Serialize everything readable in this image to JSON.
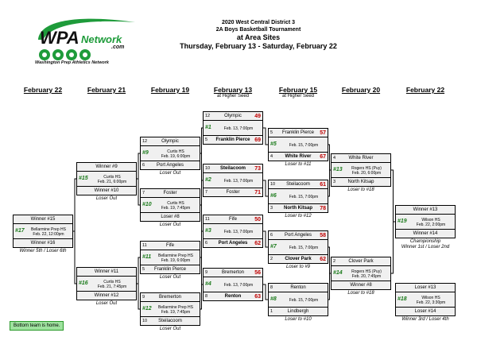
{
  "header": {
    "line1": "2020 West Central District 3",
    "line2": "2A Boys Basketball Tournament",
    "line3": "at Area Sites",
    "line4": "Thursday, February 13 - Saturday, February 22"
  },
  "logo": {
    "main": "WPA",
    "network": "Network",
    "com": ".com",
    "tagline": "Washington Prep Athletics Network",
    "green": "#1e9b3a"
  },
  "columns": [
    {
      "label": "February 22",
      "sub": ""
    },
    {
      "label": "February 21",
      "sub": ""
    },
    {
      "label": "February 19",
      "sub": ""
    },
    {
      "label": "February 13",
      "sub": "at Higher Seed"
    },
    {
      "label": "February 15",
      "sub": "at Higher Seed"
    },
    {
      "label": "February 20",
      "sub": ""
    },
    {
      "label": "February 22",
      "sub": ""
    }
  ],
  "games": [
    {
      "id": "g1",
      "num": "#1",
      "info": [
        "Feb. 13, 7:00pm"
      ],
      "top": {
        "seed": "12",
        "name": "Olympic",
        "score": "49"
      },
      "bot": {
        "seed": "5",
        "name": "Franklin Pierce",
        "score": "69"
      },
      "win": "bot",
      "note": ""
    },
    {
      "id": "g2",
      "num": "#2",
      "info": [
        "Feb. 13, 7:00pm"
      ],
      "top": {
        "seed": "10",
        "name": "Steilacoom",
        "score": "73"
      },
      "bot": {
        "seed": "7",
        "name": "Foster",
        "score": "71"
      },
      "win": "top",
      "note": ""
    },
    {
      "id": "g3",
      "num": "#3",
      "info": [
        "Feb. 13, 7:00pm"
      ],
      "top": {
        "seed": "11",
        "name": "Fife",
        "score": "50"
      },
      "bot": {
        "seed": "6",
        "name": "Port Angeles",
        "score": "62"
      },
      "win": "bot",
      "note": ""
    },
    {
      "id": "g4",
      "num": "#4",
      "info": [
        "Feb. 13, 7:00pm"
      ],
      "top": {
        "seed": "9",
        "name": "Bremerton",
        "score": "56"
      },
      "bot": {
        "seed": "8",
        "name": "Renton",
        "score": "63"
      },
      "win": "bot",
      "note": ""
    },
    {
      "id": "g5",
      "num": "#5",
      "info": [
        "Feb. 15, 7:00pm"
      ],
      "top": {
        "seed": "5",
        "name": "Franklin Pierce",
        "score": "57"
      },
      "bot": {
        "seed": "4",
        "name": "White River",
        "score": "67"
      },
      "win": "bot",
      "note": "Loser to #11"
    },
    {
      "id": "g6",
      "num": "#6",
      "info": [
        "Feb. 15, 7:00pm"
      ],
      "top": {
        "seed": "10",
        "name": "Steilacoom",
        "score": "61"
      },
      "bot": {
        "seed": "3",
        "name": "North Kitsap",
        "score": "78"
      },
      "win": "bot",
      "note": "Loser to #12"
    },
    {
      "id": "g7",
      "num": "#7",
      "info": [
        "Feb. 15, 7:00pm"
      ],
      "top": {
        "seed": "6",
        "name": "Port Angeles",
        "score": "58"
      },
      "bot": {
        "seed": "2",
        "name": "Clover Park",
        "score": "62"
      },
      "win": "bot",
      "note": "Loser to #9"
    },
    {
      "id": "g8",
      "num": "#8",
      "info": [
        "Feb. 15, 7:00pm"
      ],
      "top": {
        "seed": "8",
        "name": "Renton",
        "score": ""
      },
      "bot": {
        "seed": "1",
        "name": "Lindbergh",
        "score": ""
      },
      "win": "",
      "note": "Loser to #10"
    },
    {
      "id": "g9",
      "num": "#9",
      "info": [
        "Curtis HS",
        "Feb. 19, 6:00pm"
      ],
      "top": {
        "seed": "12",
        "name": "Olympic",
        "score": ""
      },
      "bot": {
        "seed": "6",
        "name": "Port Angeles",
        "score": ""
      },
      "win": "",
      "note": "Loser Out"
    },
    {
      "id": "g10",
      "num": "#10",
      "info": [
        "Curtis HS",
        "Feb. 19, 7:45pm"
      ],
      "top": {
        "seed": "7",
        "name": "Foster",
        "score": ""
      },
      "bot": {
        "seed": "",
        "name": "Loser #8",
        "score": ""
      },
      "win": "",
      "note": "Loser Out"
    },
    {
      "id": "g11",
      "num": "#11",
      "info": [
        "Bellarmine Prep HS",
        "Feb. 19, 6:00pm"
      ],
      "top": {
        "seed": "11",
        "name": "Fife",
        "score": ""
      },
      "bot": {
        "seed": "5",
        "name": "Franklin Pierce",
        "score": ""
      },
      "win": "",
      "note": "Loser Out"
    },
    {
      "id": "g12",
      "num": "#12",
      "info": [
        "Bellarmine Prep HS",
        "Feb. 19, 7:45pm"
      ],
      "top": {
        "seed": "9",
        "name": "Bremerton",
        "score": ""
      },
      "bot": {
        "seed": "10",
        "name": "Steilacoom",
        "score": ""
      },
      "win": "",
      "note": "Loser Out"
    },
    {
      "id": "g13",
      "num": "#13",
      "info": [
        "Rogers HS (Puy)",
        "Feb. 20, 6:00pm"
      ],
      "top": {
        "seed": "4",
        "name": "White River",
        "score": ""
      },
      "bot": {
        "seed": "3",
        "name": "North Kitsap",
        "score": ""
      },
      "win": "",
      "note": "Loser to #18"
    },
    {
      "id": "g14",
      "num": "#14",
      "info": [
        "Rogers HS (Puy)",
        "Feb. 20, 7:45pm"
      ],
      "top": {
        "seed": "2",
        "name": "Clover Park",
        "score": ""
      },
      "bot": {
        "seed": "",
        "name": "Winner #8",
        "score": ""
      },
      "win": "",
      "note": "Loser to #18"
    },
    {
      "id": "g15",
      "num": "#15",
      "info": [
        "Curtis HS",
        "Feb. 21, 6:00pm"
      ],
      "top": {
        "seed": "",
        "name": "Winner #9",
        "score": ""
      },
      "bot": {
        "seed": "",
        "name": "Winner #10",
        "score": ""
      },
      "win": "",
      "note": "Loser Out"
    },
    {
      "id": "g16",
      "num": "#16",
      "info": [
        "Curtis HS",
        "Feb. 21, 7:45pm"
      ],
      "top": {
        "seed": "",
        "name": "Winner #11",
        "score": ""
      },
      "bot": {
        "seed": "",
        "name": "Winner #12",
        "score": ""
      },
      "win": "",
      "note": "Loser Out"
    },
    {
      "id": "g17",
      "num": "#17",
      "info": [
        "Bellarmine Prep HS",
        "Feb. 22, 12:00pm"
      ],
      "top": {
        "seed": "",
        "name": "Winner #15",
        "score": ""
      },
      "bot": {
        "seed": "",
        "name": "Winner #16",
        "score": ""
      },
      "win": "",
      "note": "Winner 5th / Loser 6th"
    },
    {
      "id": "g18",
      "num": "#18",
      "info": [
        "Wilson HS",
        "Feb. 22, 3:30pm"
      ],
      "top": {
        "seed": "",
        "name": "Loser #13",
        "score": ""
      },
      "bot": {
        "seed": "",
        "name": "Loser #14",
        "score": ""
      },
      "win": "",
      "note": "Winner 3rd / Loser 4th"
    },
    {
      "id": "g19",
      "num": "#19",
      "info": [
        "Wilson HS",
        "Feb. 22, 2:00pm"
      ],
      "top": {
        "seed": "",
        "name": "Winner #13",
        "score": ""
      },
      "bot": {
        "seed": "",
        "name": "Winner #14",
        "score": ""
      },
      "win": "",
      "note": "Championship",
      "note2": "Winner 1st / Loser 2nd"
    }
  ],
  "legend": "Bottom team is home."
}
